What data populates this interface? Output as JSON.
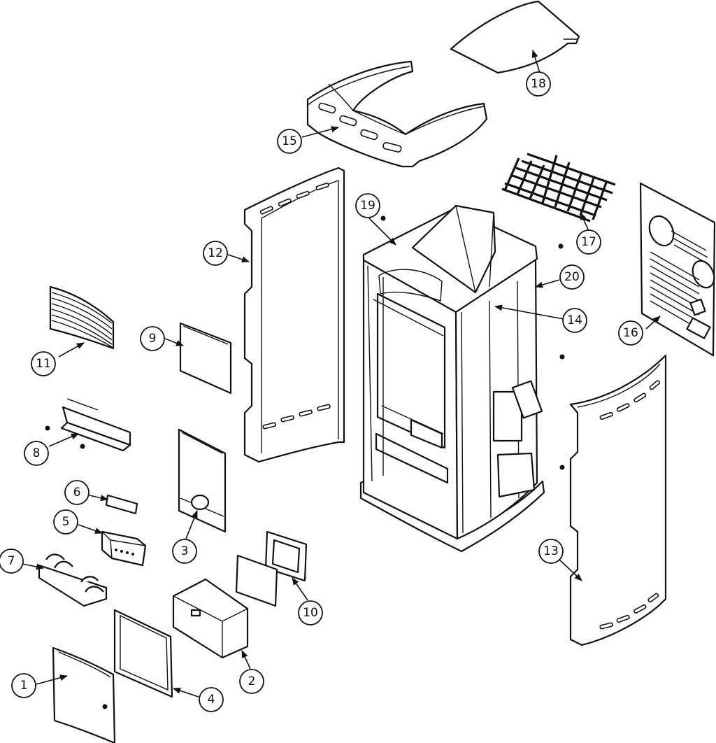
{
  "callouts": [
    {
      "label": "1"
    },
    {
      "label": "2"
    },
    {
      "label": "3"
    },
    {
      "label": "4"
    },
    {
      "label": "5"
    },
    {
      "label": "6"
    },
    {
      "label": "7"
    },
    {
      "label": "8"
    },
    {
      "label": "9"
    },
    {
      "label": "10"
    },
    {
      "label": "11"
    },
    {
      "label": "12"
    },
    {
      "label": "13"
    },
    {
      "label": "14"
    },
    {
      "label": "15"
    },
    {
      "label": "16"
    },
    {
      "label": "17"
    },
    {
      "label": "18"
    },
    {
      "label": "19"
    },
    {
      "label": "20"
    }
  ],
  "colors": {
    "line": "#111111",
    "background": "#ffffff"
  }
}
